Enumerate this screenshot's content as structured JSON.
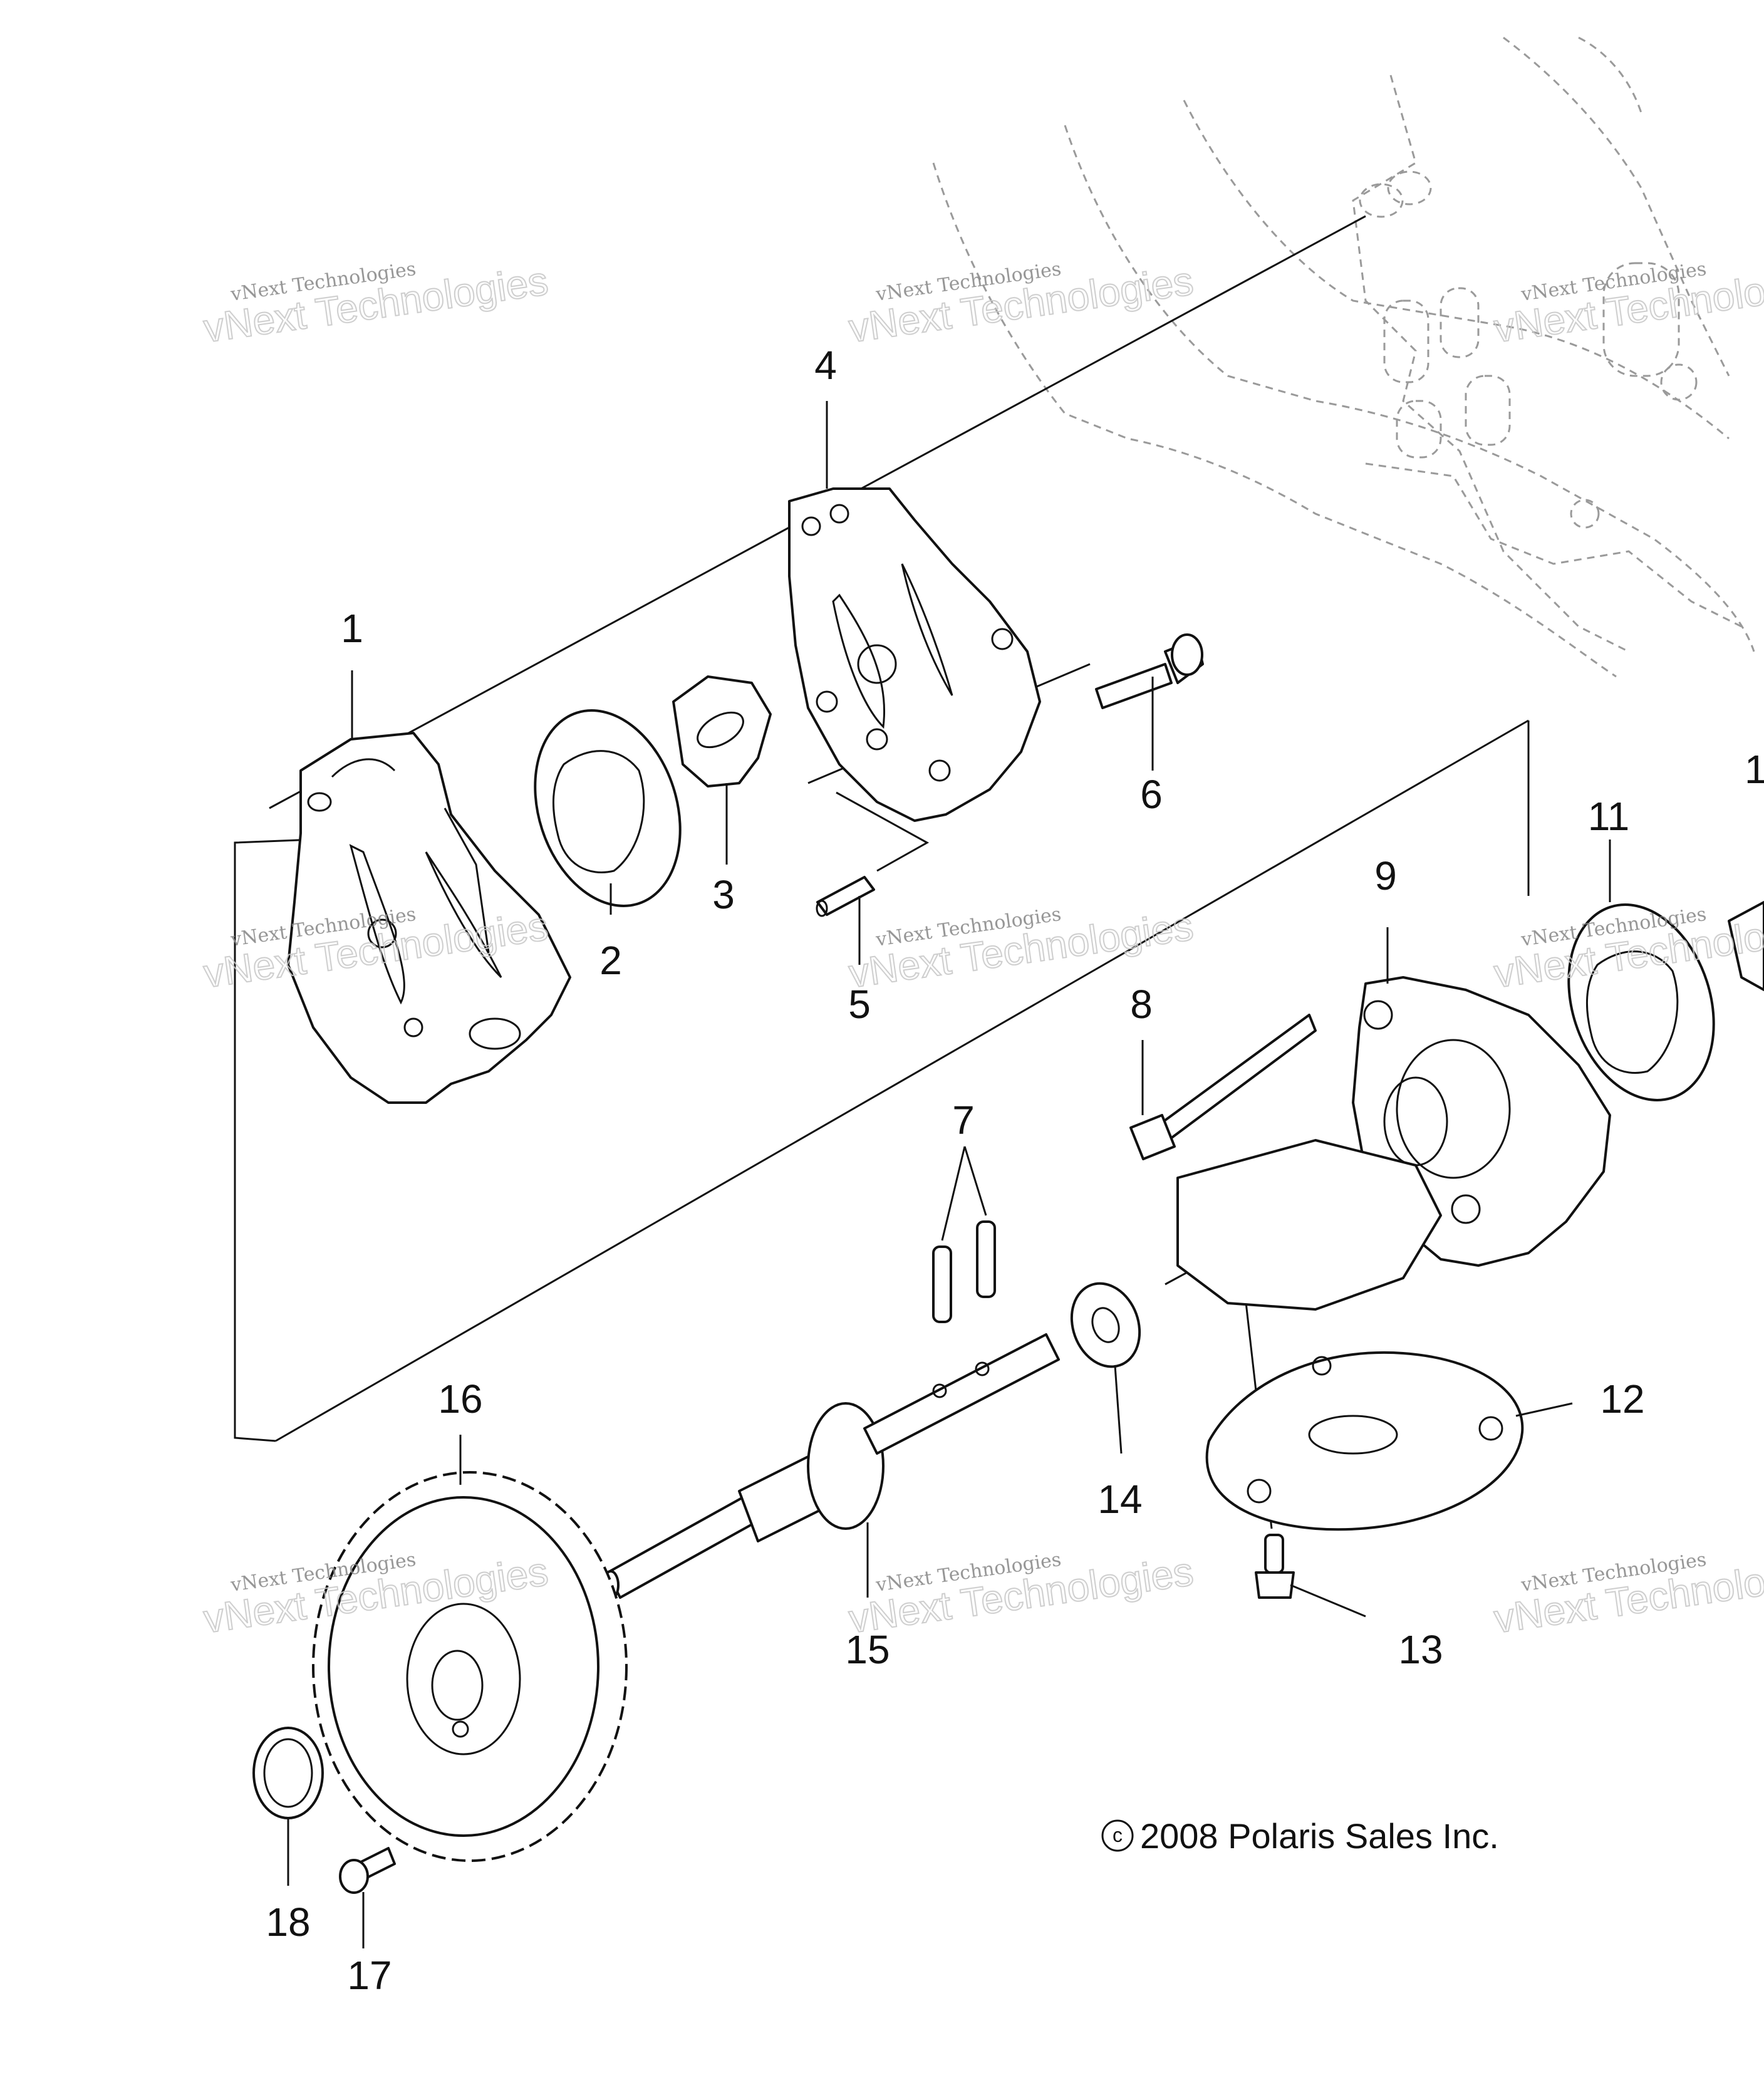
{
  "callouts": {
    "c1": "1",
    "c2": "2",
    "c3": "3",
    "c4": "4",
    "c5": "5",
    "c6": "6",
    "c7": "7",
    "c8": "8",
    "c9": "9",
    "c10": "1",
    "c11": "11",
    "c12": "12",
    "c13": "13",
    "c14": "14",
    "c15": "15",
    "c16": "16",
    "c17": "17",
    "c18": "18"
  },
  "watermark": {
    "line1": "vNext Technologies",
    "line2": "vNext Technologies"
  },
  "copyright": "2008 Polaris Sales Inc.",
  "copyright_symbol": "c",
  "colors": {
    "ink": "#111111",
    "ghost": "#9a9a9a",
    "watermark": "#c8c8c8",
    "background": "#ffffff"
  }
}
